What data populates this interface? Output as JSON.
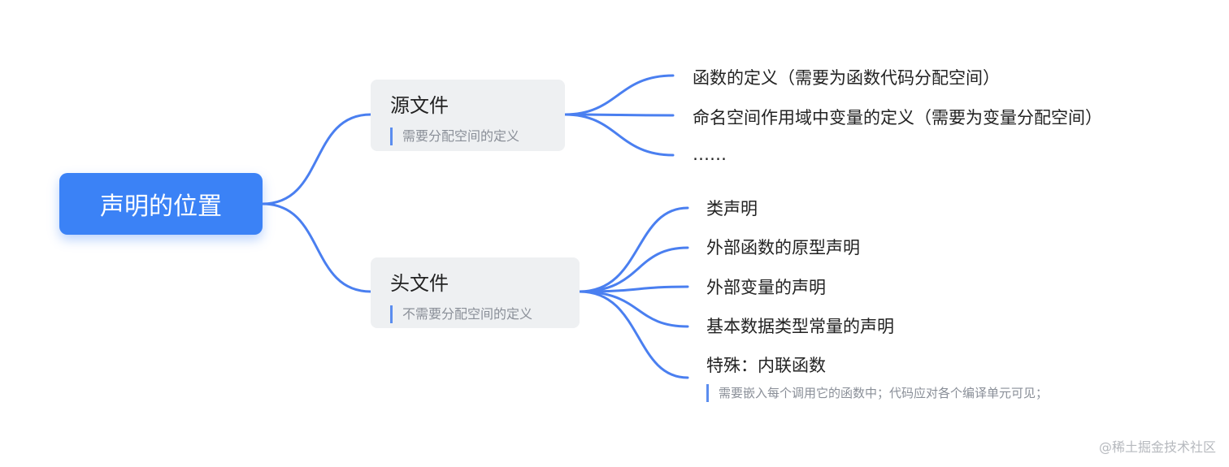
{
  "root": {
    "label": "声明的位置"
  },
  "branches": [
    {
      "title": "源文件",
      "note": "需要分配空间的定义",
      "children": [
        {
          "label": "函数的定义（需要为函数代码分配空间）"
        },
        {
          "label": "命名空间作用域中变量的定义（需要为变量分配空间）"
        },
        {
          "label": "……"
        }
      ]
    },
    {
      "title": "头文件",
      "note": "不需要分配空间的定义",
      "children": [
        {
          "label": "类声明"
        },
        {
          "label": "外部函数的原型声明"
        },
        {
          "label": "外部变量的声明"
        },
        {
          "label": "基本数据类型常量的声明"
        },
        {
          "label": "特殊：内联函数",
          "note": "需要嵌入每个调用它的函数中；代码应对各个编译单元可见；"
        }
      ]
    }
  ],
  "watermark": "@稀土掘金技术社区",
  "colors": {
    "root": "#3b82f6",
    "link": "#4a7ff0",
    "branch_bg": "#eef0f2",
    "note_bar": "#5b8def"
  }
}
